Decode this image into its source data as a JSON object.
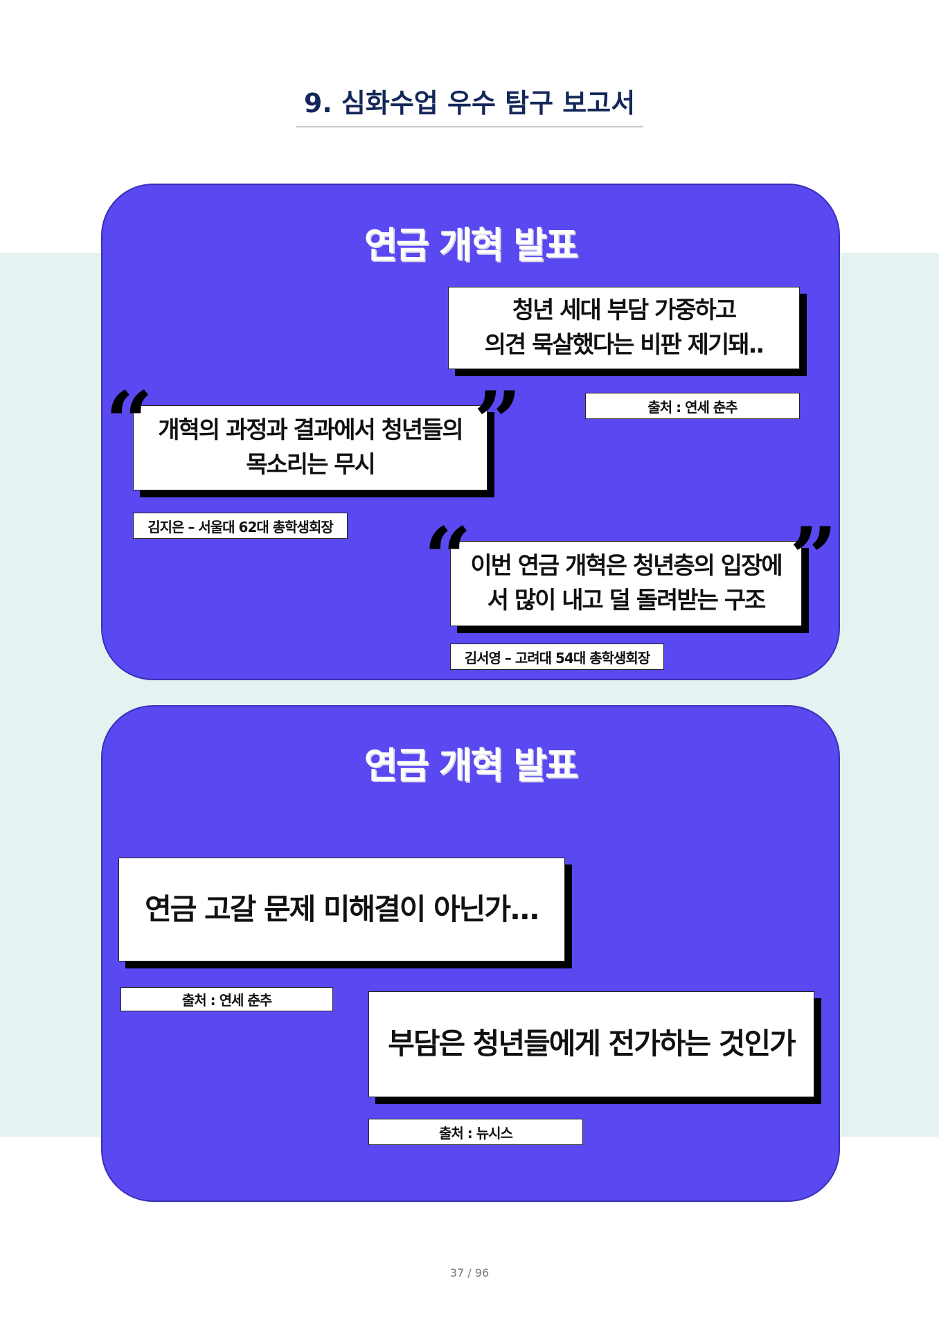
{
  "page_title": "9. 심화수업 우수 탐구 보고서",
  "panels": [
    {
      "heading": "연금 개혁 발표",
      "headline": {
        "line1": "청년 세대 부담 가중하고",
        "line2": "의견 묵살했다는 비판 제기돼..",
        "source": "출처 : 연세 춘추"
      },
      "quote1": {
        "line1": "개혁의 과정과 결과에서 청년들의",
        "line2": "목소리는 무시",
        "attribution": "김지은 – 서울대 62대 총학생회장"
      },
      "quote2": {
        "line1": "이번 연금 개혁은 청년층의 입장에",
        "line2": "서 많이 내고 덜 돌려받는 구조",
        "attribution": "김서영 – 고려대 54대 총학생회장"
      }
    },
    {
      "heading": "연금 개혁 발표",
      "headline1": {
        "text": "연금 고갈 문제 미해결이 아닌가...",
        "source": "출처 : 연세 춘추"
      },
      "headline2": {
        "text": "부담은 청년들에게 전가하는 것인가",
        "source": "출처 : 뉴시스"
      }
    }
  ],
  "quote_marks": {
    "open": "“",
    "close": "”"
  },
  "page_number": "37 / 96",
  "colors": {
    "panel": "#5a48f0",
    "band": "#e5f2f2",
    "title": "#14275a"
  }
}
